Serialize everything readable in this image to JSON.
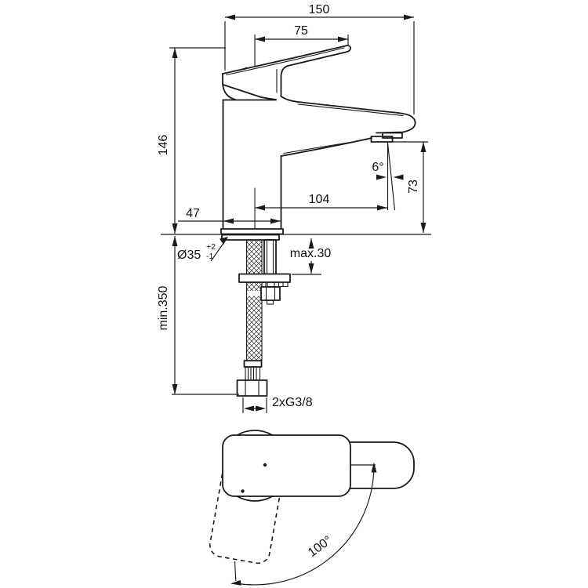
{
  "drawing": {
    "background": "#ffffff",
    "line_color": "#1a1a1a",
    "dims": {
      "overall_width": "150",
      "lever_length": "75",
      "body_height": "146",
      "spout_reach": "104",
      "base_width": "47",
      "outlet_height": "73",
      "outlet_angle": "6°",
      "hole_diameter": "Ø35",
      "hole_tol_plus": "+2",
      "hole_tol_minus": "-1",
      "deck_thickness": "max.30",
      "hose_length": "min.350",
      "connection": "2xG3/8",
      "swivel_angle": "100°"
    }
  }
}
